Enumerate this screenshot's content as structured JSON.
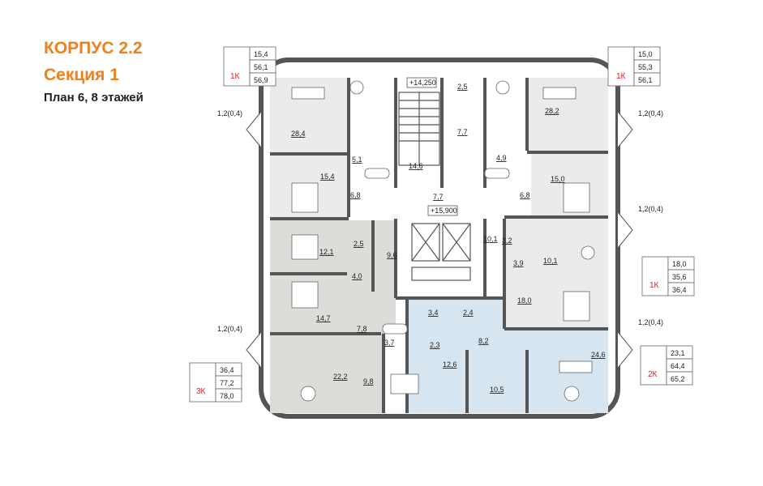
{
  "header": {
    "building": "КОРПУС 2.2",
    "section": "Секция 1",
    "plan": "План 6, 8 этажей"
  },
  "colors": {
    "accent_orange": "#f07f1e",
    "flat_type_red": "#d8232a",
    "zone_grey_light": "#e9ebec",
    "zone_grey_mid": "#dcdcd8",
    "zone_blue": "#d6e5ef",
    "wall": "#555555"
  },
  "apartments": [
    {
      "type": "1К",
      "values": [
        "15,4",
        "56,1",
        "56,9"
      ]
    },
    {
      "type": "1К",
      "values": [
        "15,0",
        "55,3",
        "56,1"
      ]
    },
    {
      "type": "1К",
      "values": [
        "18,0",
        "35,6",
        "36,4"
      ]
    },
    {
      "type": "3К",
      "values": [
        "36,4",
        "77,2",
        "78,0"
      ]
    },
    {
      "type": "2К",
      "values": [
        "23,1",
        "64,4",
        "65,2"
      ]
    }
  ],
  "balconies": [
    "1,2(0,4)",
    "1,2(0,4)",
    "1,2(0,4)",
    "1,2(0,4)",
    "1,2(0,4)"
  ],
  "levels": [
    "+14,250",
    "+15,900"
  ],
  "rooms": {
    "r28_4": "28,4",
    "r5_1": "5,1",
    "r14_6": "14,6",
    "r2_5a": "2,5",
    "r7_7a": "7,7",
    "r4_9": "4,9",
    "r28_2": "28,2",
    "r15_4": "15,4",
    "r6_8a": "6,8",
    "r7_7b": "7,7",
    "r6_8b": "6,8",
    "r15_0": "15,0",
    "r12_1": "12,1",
    "r2_5b": "2,5",
    "r9_6": "9,6",
    "r10_1a": "10,1",
    "r3_2": "3,2",
    "r3_9": "3,9",
    "r10_1b": "10,1",
    "r4_0": "4,0",
    "r14_7": "14,7",
    "r3_4": "3,4",
    "r2_4": "2,4",
    "r18_0": "18,0",
    "r7_8": "7,8",
    "r3_7": "3,7",
    "r2_3": "2,3",
    "r8_2": "8,2",
    "r24_6": "24,6",
    "r12_6": "12,6",
    "r22_2": "22,2",
    "r9_8": "9,8",
    "r10_5": "10,5"
  }
}
